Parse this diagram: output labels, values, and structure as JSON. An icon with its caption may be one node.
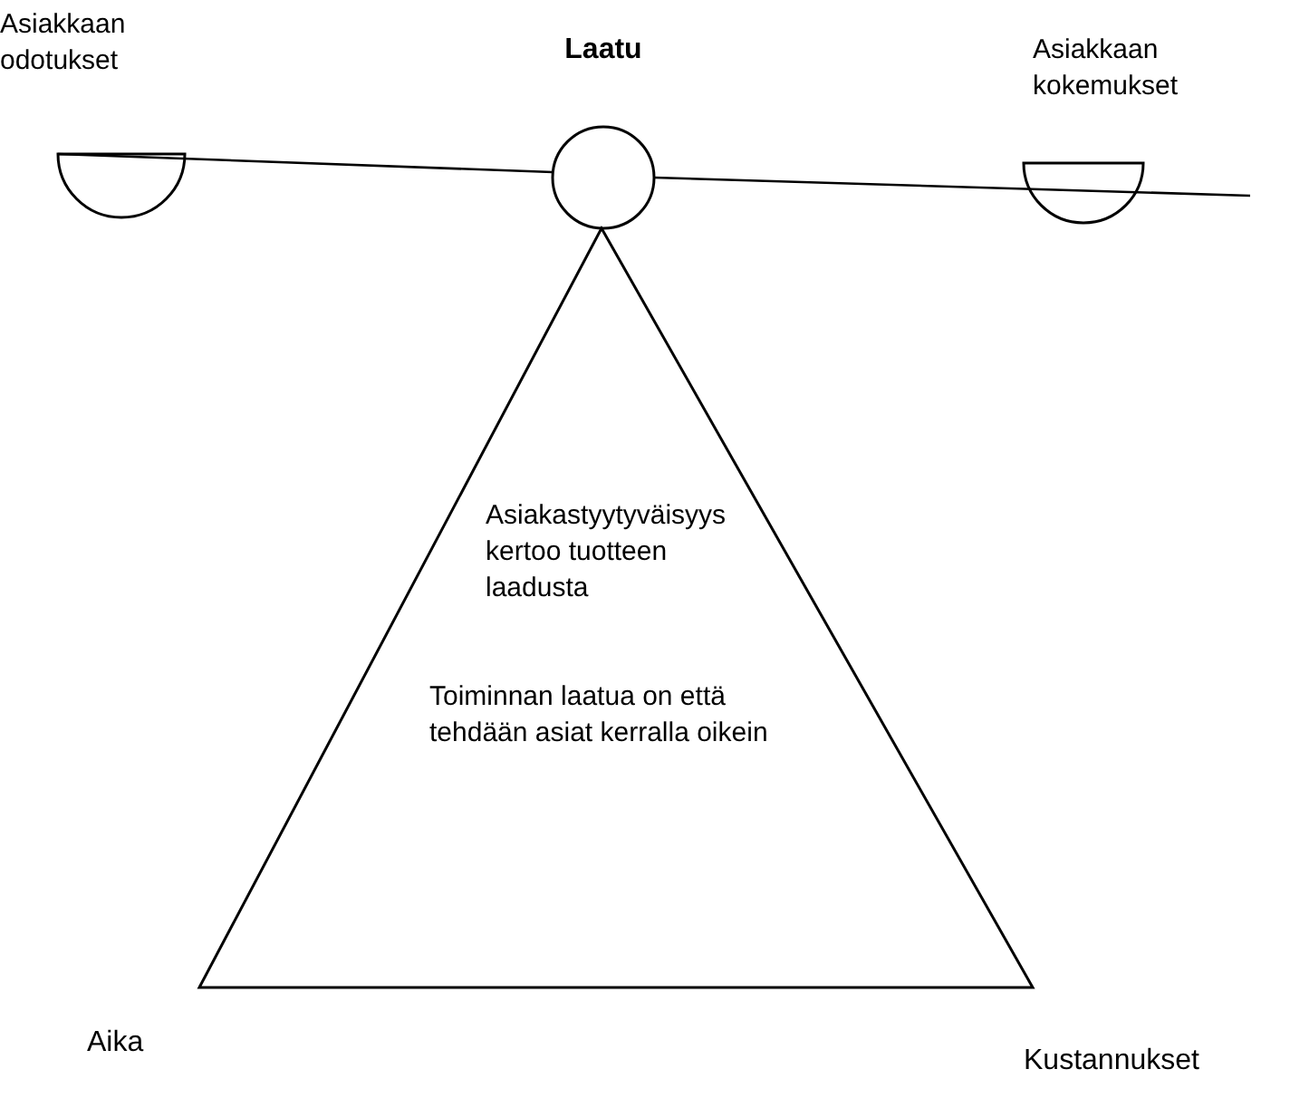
{
  "diagram": {
    "nodes": [
      {
        "text": [
          "Asiakkaan odotukset"
        ]
      },
      {
        "text": [
          "Laatu"
        ]
      },
      {
        "text": [
          "Asiakkaan kokemukset"
        ]
      },
      {
        "text": [
          "Asiakastyytyväisyys kertoo tuotteen laadusta",
          "Toiminnan laatua on että tehdään asiat kerralla oikein"
        ]
      }
    ],
    "edges": [
      {
        "from": 0,
        "to": 1,
        "arrow": "none"
      },
      {
        "from": 1,
        "to": 2,
        "arrow": "none"
      }
    ],
    "labels": [
      "Aika",
      "Kustannukset"
    ]
  }
}
